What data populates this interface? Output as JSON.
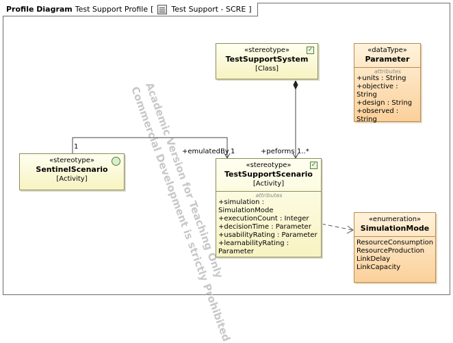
{
  "frame": {
    "kind": "Profile Diagram",
    "name": "Test Support Profile",
    "bracket_open": "[",
    "context": "Test Support - SCRE",
    "bracket_close": "]"
  },
  "watermark": {
    "line1": "Academic Version for Teaching Only",
    "line2": "Commercial Development is strictly Prohibited"
  },
  "classes": {
    "test_support_system": {
      "stereotype": "«stereotype»",
      "name": "TestSupportSystem",
      "meta": "[Class]"
    },
    "sentinel_scenario": {
      "stereotype": "«stereotype»",
      "name": "SentinelScenario",
      "meta": "[Activity]"
    },
    "test_support_scenario": {
      "stereotype": "«stereotype»",
      "name": "TestSupportScenario",
      "meta": "[Activity]",
      "section_title": "attributes",
      "attributes": [
        "+simulation : SimulationMode",
        "+executionCount : Integer",
        "+decisionTime : Parameter",
        "+usabilityRating : Parameter",
        "+learnabilityRating : Parameter"
      ]
    },
    "parameter": {
      "stereotype": "«dataType»",
      "name": "Parameter",
      "section_title": "attributes",
      "attributes": [
        "+units : String",
        "+objective : String",
        "+design : String",
        "+observed : String"
      ]
    },
    "simulation_mode": {
      "stereotype": "«enumeration»",
      "name": "SimulationMode",
      "literals": [
        "ResourceConsumption",
        "ResourceProduction",
        "LinkDelay",
        "LinkCapacity"
      ]
    }
  },
  "associations": {
    "emulated_by": {
      "end_role": "+emulatedBy",
      "end_mult": "1",
      "start_mult": "1"
    },
    "peforms": {
      "end_role": "+peforms",
      "end_mult": "1..*"
    }
  },
  "icons": {
    "checkbox": "checkbox-icon",
    "activity": "activity-circle-icon",
    "document": "diagram-icon"
  },
  "colors": {
    "class_fill": "#f7f3c2",
    "datatype_fill": "#fbd09a",
    "border": "#8a8a5a",
    "watermark": "#c8c8c8"
  }
}
